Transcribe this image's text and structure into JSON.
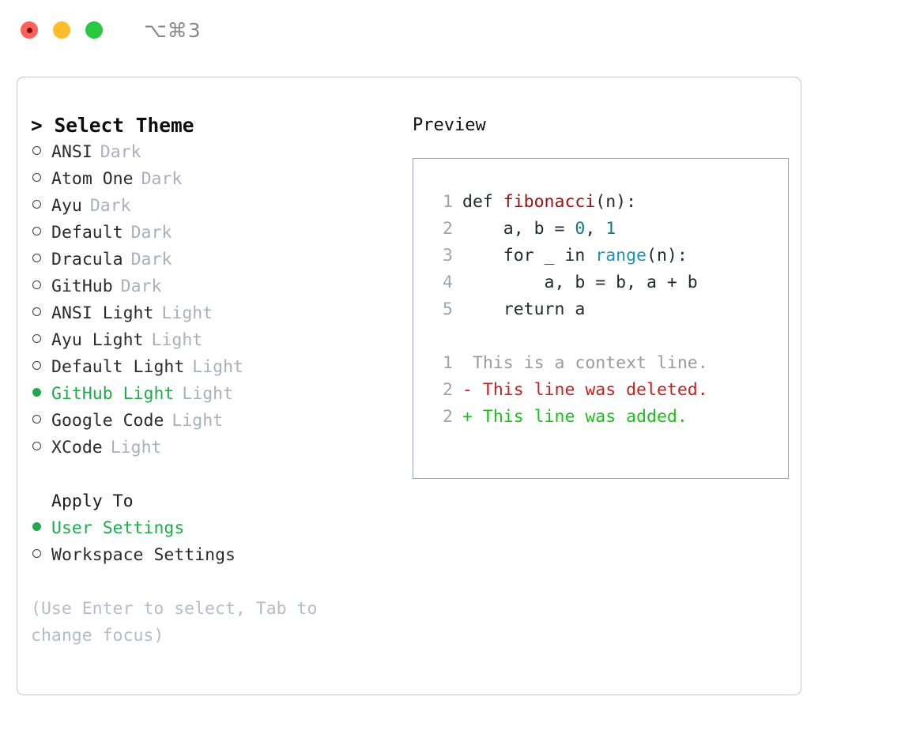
{
  "titlebar": {
    "shortcut": "⌥⌘3",
    "lights": [
      {
        "name": "close",
        "color": "#ff6059"
      },
      {
        "name": "minimize",
        "color": "#ffbd2e"
      },
      {
        "name": "zoom",
        "color": "#28c840"
      }
    ]
  },
  "theme_section": {
    "caret": ">",
    "title": "Select Theme",
    "header": "> Select Theme",
    "items": [
      {
        "label": "ANSI",
        "tag": "Dark",
        "selected": false
      },
      {
        "label": "Atom One",
        "tag": "Dark",
        "selected": false
      },
      {
        "label": "Ayu",
        "tag": "Dark",
        "selected": false
      },
      {
        "label": "Default",
        "tag": "Dark",
        "selected": false
      },
      {
        "label": "Dracula",
        "tag": "Dark",
        "selected": false
      },
      {
        "label": "GitHub",
        "tag": "Dark",
        "selected": false
      },
      {
        "label": "ANSI Light",
        "tag": "Light",
        "selected": false
      },
      {
        "label": "Ayu Light",
        "tag": "Light",
        "selected": false
      },
      {
        "label": "Default Light",
        "tag": "Light",
        "selected": false
      },
      {
        "label": "GitHub Light",
        "tag": "Light",
        "selected": true
      },
      {
        "label": "Google Code",
        "tag": "Light",
        "selected": false
      },
      {
        "label": "XCode",
        "tag": "Light",
        "selected": false
      }
    ]
  },
  "apply_section": {
    "title": "Apply To",
    "items": [
      {
        "label": "User Settings",
        "selected": true
      },
      {
        "label": "Workspace Settings",
        "selected": false
      }
    ]
  },
  "hint": "(Use Enter to select, Tab to change focus)",
  "preview": {
    "title": "Preview",
    "code_lines": [
      {
        "number": "1",
        "tokens": [
          {
            "text": "def ",
            "type": "plain"
          },
          {
            "text": "fibonacci",
            "type": "fn"
          },
          {
            "text": "(n):",
            "type": "plain"
          }
        ]
      },
      {
        "number": "2",
        "tokens": [
          {
            "text": "    a, b = ",
            "type": "plain"
          },
          {
            "text": "0",
            "type": "num"
          },
          {
            "text": ", ",
            "type": "plain"
          },
          {
            "text": "1",
            "type": "num"
          }
        ]
      },
      {
        "number": "3",
        "tokens": [
          {
            "text": "    for _ in ",
            "type": "plain"
          },
          {
            "text": "range",
            "type": "call"
          },
          {
            "text": "(n):",
            "type": "plain"
          }
        ]
      },
      {
        "number": "4",
        "tokens": [
          {
            "text": "        a, b = b, a + b",
            "type": "plain"
          }
        ]
      },
      {
        "number": "5",
        "tokens": [
          {
            "text": "    return a",
            "type": "plain"
          }
        ]
      }
    ],
    "diff_lines": [
      {
        "number": "1",
        "marker": " ",
        "text": " This is a context line.",
        "kind": "ctx"
      },
      {
        "number": "2",
        "marker": "-",
        "text": "- This line was deleted.",
        "kind": "del"
      },
      {
        "number": "2",
        "marker": "+",
        "text": "+ This line was added.",
        "kind": "add"
      }
    ]
  },
  "colors": {
    "selected_green": "#1faa4b",
    "tag_gray": "#a9b0ba",
    "hint_gray": "#b4bcc6",
    "fn_red": "#a01010",
    "num_teal": "#0d7d7d",
    "call_blue": "#1a94c4",
    "diff_add": "#16c216",
    "diff_del": "#c42020",
    "diff_ctx": "#9a9a9a",
    "panel_border": "#c2c7d0",
    "code_border": "#9aa3ad"
  }
}
